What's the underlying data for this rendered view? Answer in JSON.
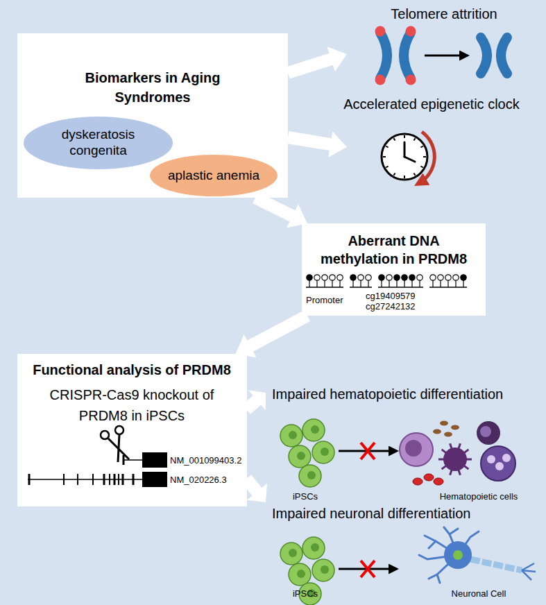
{
  "diagram": {
    "nodes": [
      {
        "text": [
          "Biomarkers in Aging Syndromes"
        ]
      },
      {
        "text": [
          "dyskeratosis congenita"
        ],
        "in": 0
      },
      {
        "text": [
          "aplastic anemia"
        ],
        "in": 0
      },
      {
        "text": [
          "Aberrant DNA methylation in PRDM8",
          "Promoter",
          "cg19409579 cg27242132"
        ]
      },
      {
        "text": [
          "Functional analysis of PRDM8",
          "CRISPR-Cas9 knockout of PRDM8 in iPSCs",
          "NM_001099403.2",
          "NM_020226.3"
        ]
      }
    ],
    "edges": [
      {
        "from": 0,
        "to": 3,
        "arrow": "to"
      },
      {
        "from": 3,
        "to": 4,
        "arrow": "to"
      }
    ],
    "labels": [
      "Telomere attrition",
      "Accelerated epigenetic clock",
      "Impaired hematopoietic differentiation",
      "iPSCs",
      "Hematopoietic cells",
      "Impaired neuronal differentiation",
      "iPSCs",
      "Neuronal Cell"
    ]
  }
}
